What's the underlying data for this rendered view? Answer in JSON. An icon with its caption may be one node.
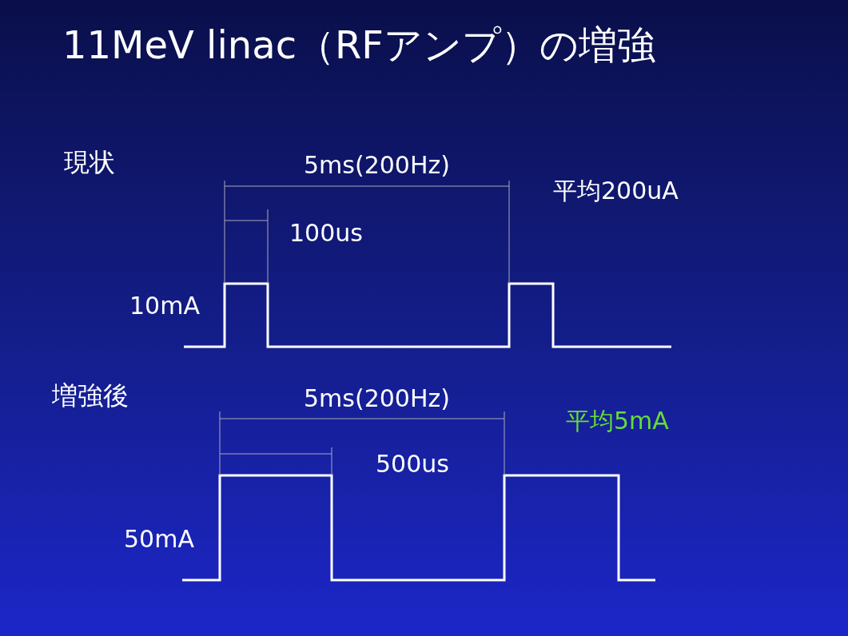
{
  "diagram": {
    "title": "11MeV linac（RFアンプ）の増強",
    "labels": [
      "現状",
      "5ms(200Hz)",
      "平均200uA",
      "100us",
      "10mA",
      "増強後",
      "5ms(200Hz)",
      "平均5mA",
      "500us",
      "50mA"
    ]
  }
}
